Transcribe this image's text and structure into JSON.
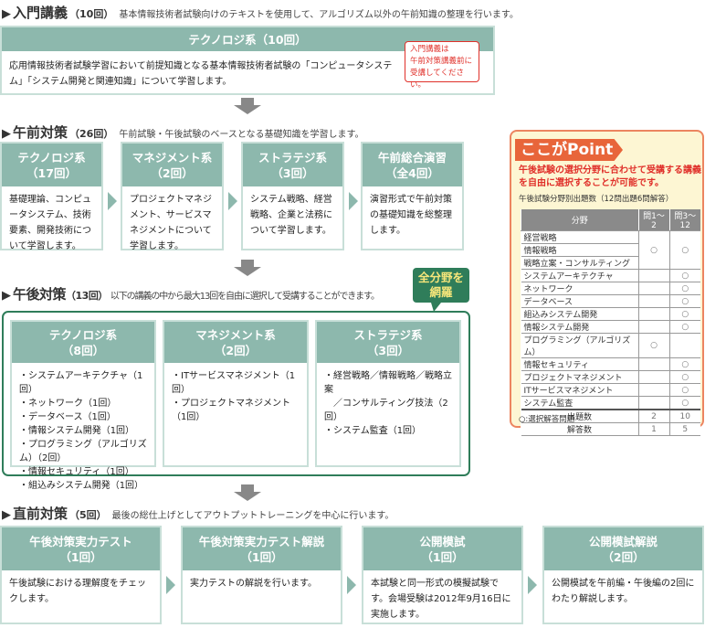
{
  "intro": {
    "title": "入門講義",
    "count": "（10回）",
    "desc": "基本情報技術者試験向けのテキストを使用して、アルゴリズム以外の午前知識の整理を行います。",
    "card": {
      "header": "テクノロジ系（10回）",
      "body": "応用情報技術者試験学習において前提知識となる基本情報技術者試験の「コンピュータシステム」「システム開発と関連知識」について学習します。"
    },
    "note": [
      "入門講義は",
      "午前対策講義前に",
      "受講してください。"
    ]
  },
  "am": {
    "title": "午前対策",
    "count": "（26回）",
    "desc": "午前試験・午後試験のベースとなる基礎知識を学習します。",
    "cards": [
      {
        "name": "テクノロジ系",
        "count": "（17回）",
        "body": "基礎理論、コンピュータシステム、技術要素、開発技術について学習します。"
      },
      {
        "name": "マネジメント系",
        "count": "（2回）",
        "body": "プロジェクトマネジメント、サービスマネジメントについて学習します。"
      },
      {
        "name": "ストラテジ系",
        "count": "（3回）",
        "body": "システム戦略、経営戦略、企業と法務について学習します。"
      },
      {
        "name": "午前総合演習",
        "count": "（全4回）",
        "body": "演習形式で午前対策の基礎知識を総整理します。"
      }
    ]
  },
  "pm": {
    "title": "午後対策",
    "count": "（13回）",
    "desc": "以下の講義の中から最大13回を自由に選択して受講することができます。",
    "badge": [
      "全分野を",
      "網羅"
    ],
    "cards": [
      {
        "name": "テクノロジ系",
        "count": "（8回）",
        "items": [
          "・システムアーキテクチャ（1回）",
          "・ネットワーク（1回）",
          "・データベース（1回）",
          "・情報システム開発（1回）",
          "・プログラミング（アルゴリズム）（2回）",
          "・情報セキュリティ（1回）",
          "・組込みシステム開発（1回）"
        ]
      },
      {
        "name": "マネジメント系",
        "count": "（2回）",
        "items": [
          "・ITサービスマネジメント（1回）",
          "・プロジェクトマネジメント（1回）"
        ]
      },
      {
        "name": "ストラテジ系",
        "count": "（3回）",
        "items": [
          "・経営戦略／情報戦略／戦略立案",
          "　／コンサルティング技法（2回）",
          "・システム監査（1回）"
        ]
      }
    ]
  },
  "final": {
    "title": "直前対策",
    "count": "（5回）",
    "desc": "最後の総仕上げとしてアウトプットトレーニングを中心に行います。",
    "cards": [
      {
        "name": "午後対策実力テスト",
        "count": "（1回）",
        "body": "午後試験における理解度をチェックします。"
      },
      {
        "name": "午後対策実力テスト解説",
        "count": "（1回）",
        "body": "実力テストの解説を行います。"
      },
      {
        "name": "公開模試",
        "count": "（1回）",
        "body": "本試験と同一形式の模擬試験です。会場受験は2012年9月16日に実施します。"
      },
      {
        "name": "公開模試解説",
        "count": "（2回）",
        "body": "公開模試を午前編・午後編の2回にわたり解説します。"
      }
    ]
  },
  "point": {
    "title": "ここがPoint",
    "lead": "午後試験の選択分野に合わせて受講する講義を自由に選択することが可能です。",
    "caption": "午後試験分野別出題数（12問出題6問解答）",
    "headers": [
      "分野",
      "問1～2",
      "問3～12"
    ],
    "rows": [
      {
        "f": "経営戦略",
        "a": "",
        "b": ""
      },
      {
        "f": "情報戦略",
        "a": "○",
        "b": "○"
      },
      {
        "f": "戦略立案・コンサルティング",
        "a": "",
        "b": ""
      },
      {
        "f": "システムアーキテクチャ",
        "a": "",
        "b": "○"
      },
      {
        "f": "ネットワーク",
        "a": "",
        "b": "○"
      },
      {
        "f": "データベース",
        "a": "",
        "b": "○"
      },
      {
        "f": "組込みシステム開発",
        "a": "",
        "b": "○"
      },
      {
        "f": "情報システム開発",
        "a": "",
        "b": "○"
      },
      {
        "f": "プログラミング（アルゴリズム）",
        "a": "○",
        "b": ""
      },
      {
        "f": "情報セキュリティ",
        "a": "",
        "b": "○"
      },
      {
        "f": "プロジェクトマネジメント",
        "a": "",
        "b": "○"
      },
      {
        "f": "ITサービスマネジメント",
        "a": "",
        "b": "○"
      },
      {
        "f": "システム監査",
        "a": "",
        "b": "○"
      }
    ],
    "totals": [
      {
        "f": "出題数",
        "a": "2",
        "b": "10"
      },
      {
        "f": "解答数",
        "a": "1",
        "b": "5"
      }
    ],
    "legend": "○:選択解答問題"
  },
  "colors": {
    "teal": "#8db8ad",
    "green": "#2f7d5a",
    "orange": "#e8653a",
    "red": "#e0302a"
  }
}
